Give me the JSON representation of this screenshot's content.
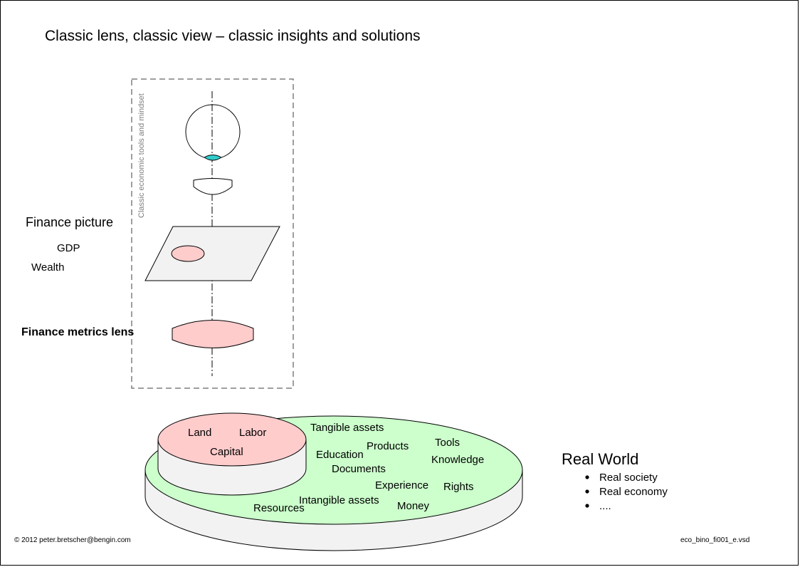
{
  "title": "Classic lens, classic view – classic insights and solutions",
  "vertical_label": "Classic economic tools and mindset",
  "finance_picture": {
    "heading": "Finance picture",
    "items": [
      "GDP",
      "Wealth"
    ]
  },
  "lens_label": "Finance metrics lens",
  "factors": [
    "Land",
    "Labor",
    "Capital"
  ],
  "world_items": [
    "Tangible assets",
    "Tools",
    "Products",
    "Education",
    "Knowledge",
    "Documents",
    "Experience",
    "Rights",
    "Intangible assets",
    "Resources",
    "Money"
  ],
  "real_world": {
    "heading": "Real World",
    "bullets": [
      "Real society",
      "Real economy",
      "...."
    ]
  },
  "footer": {
    "copyright": "© 2012 peter.bretscher@bengin.com",
    "filename": "eco_bino_fi001_e.vsd"
  },
  "colors": {
    "pink": "#ffcccc",
    "green": "#ccffcc",
    "grey": "#f2f2f2",
    "cyan": "#33cccc"
  }
}
